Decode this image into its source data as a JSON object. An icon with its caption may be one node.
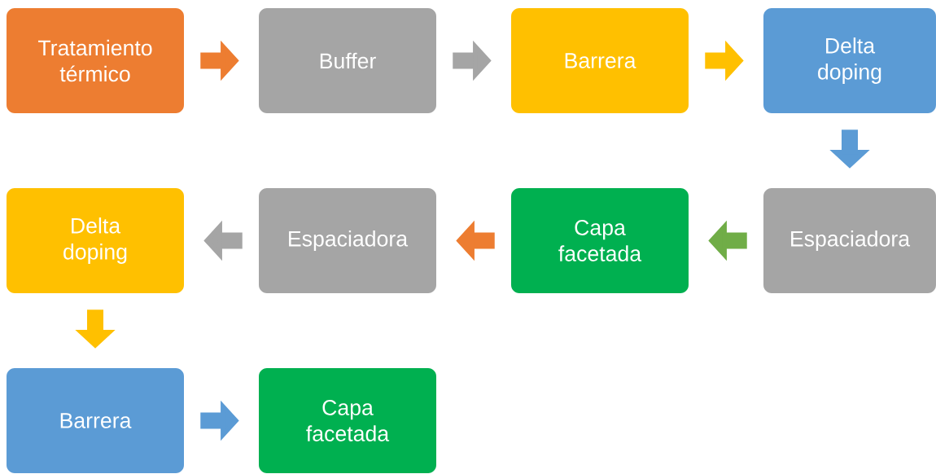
{
  "diagram": {
    "nodes": [
      {
        "text": [
          "Tratamiento térmico"
        ]
      },
      {
        "text": [
          "Buffer"
        ]
      },
      {
        "text": [
          "Barrera"
        ]
      },
      {
        "text": [
          "Delta doping"
        ]
      },
      {
        "text": [
          "Delta doping"
        ]
      },
      {
        "text": [
          "Espaciadora"
        ]
      },
      {
        "text": [
          "Capa facetada"
        ]
      },
      {
        "text": [
          "Espaciadora"
        ]
      },
      {
        "text": [
          "Barrera"
        ]
      },
      {
        "text": [
          "Capa facetada"
        ]
      }
    ],
    "edges": [
      {
        "from": 0,
        "to": 1,
        "arrow": "to",
        "color": "#ed7d31"
      },
      {
        "from": 1,
        "to": 2,
        "arrow": "to",
        "color": "#a5a5a5"
      },
      {
        "from": 2,
        "to": 3,
        "arrow": "to",
        "color": "#ffc000"
      },
      {
        "from": 3,
        "to": 7,
        "arrow": "to",
        "color": "#5b9bd5"
      },
      {
        "from": 7,
        "to": 6,
        "arrow": "to",
        "color": "#70ad47"
      },
      {
        "from": 6,
        "to": 5,
        "arrow": "to",
        "color": "#ed7d31"
      },
      {
        "from": 5,
        "to": 4,
        "arrow": "to",
        "color": "#a5a5a5"
      },
      {
        "from": 4,
        "to": 8,
        "arrow": "to",
        "color": "#ffc000"
      },
      {
        "from": 8,
        "to": 9,
        "arrow": "to",
        "color": "#5b9bd5"
      }
    ]
  }
}
